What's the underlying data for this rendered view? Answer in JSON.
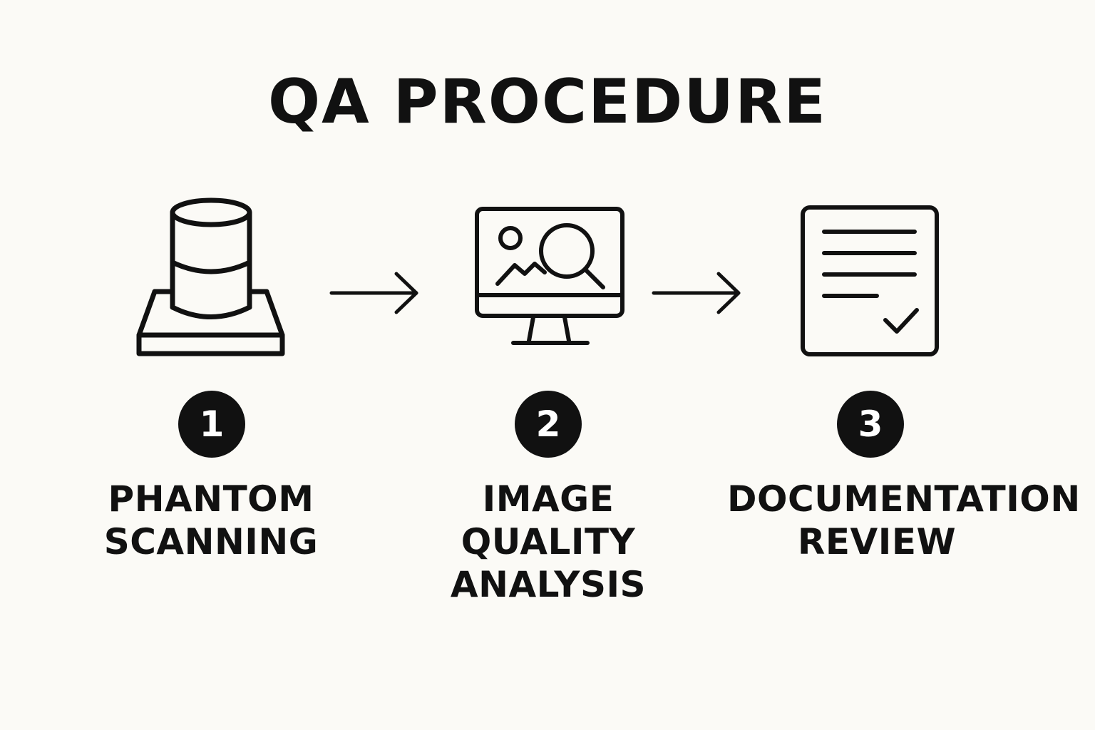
{
  "title": "QA PROCEDURE",
  "steps": [
    {
      "number": "1",
      "icon": "phantom-cylinder-icon",
      "label_lines": [
        "PHANTOM",
        "SCANNING"
      ]
    },
    {
      "number": "2",
      "icon": "monitor-image-magnifier-icon",
      "label_lines": [
        "IMAGE",
        "QUALITY",
        "ANALYSIS"
      ]
    },
    {
      "number": "3",
      "icon": "document-checkmark-icon",
      "label_lines": [
        "DOCUMENTATION",
        "REVIEW"
      ]
    }
  ],
  "colors": {
    "background": "#fbfaf6",
    "ink": "#111111",
    "badge_text": "#ffffff"
  }
}
